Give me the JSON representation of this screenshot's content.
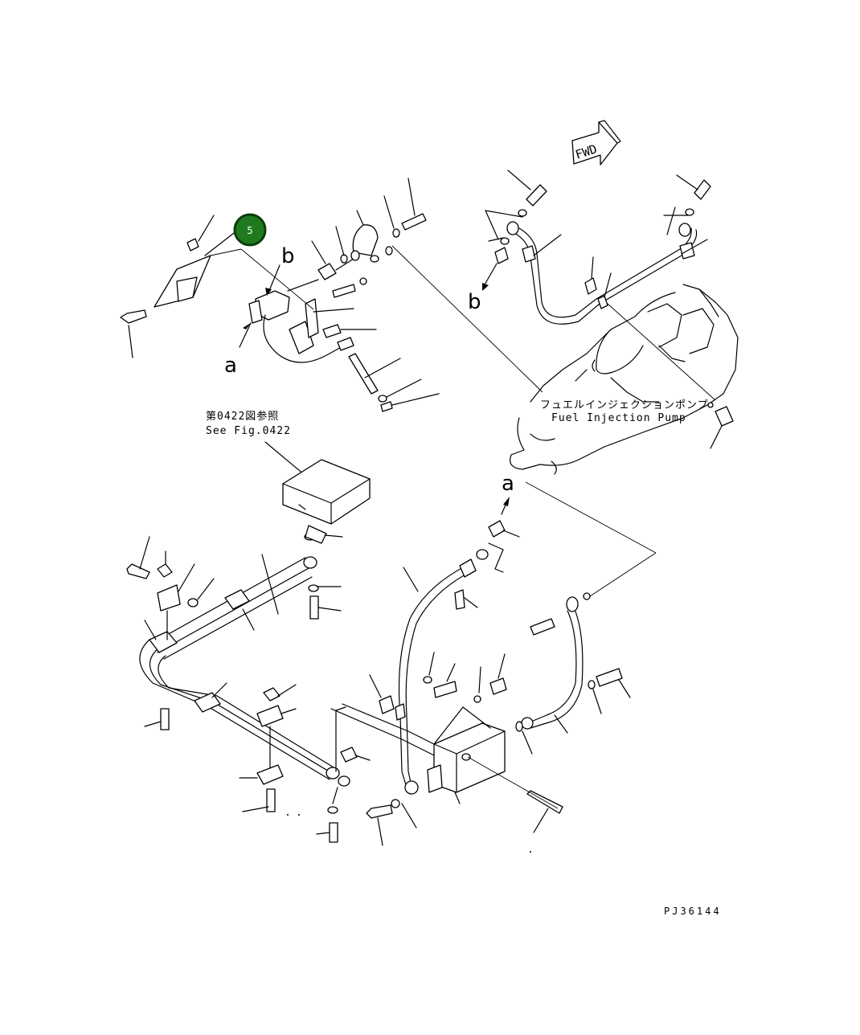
{
  "callout": {
    "number": "5",
    "color": "#1f7a1f",
    "ring": "#0b3d0b"
  },
  "fwd_label": "FWD",
  "pump_label_jp": "フュエルインジェクションポンプ",
  "pump_label_en": "Fuel Injection Pump",
  "ref_label_jp": "第0422図参照",
  "ref_label_en": "See Fig.0422",
  "letters": {
    "a": "a",
    "b": "b"
  },
  "drawing_code": "PJ36144"
}
